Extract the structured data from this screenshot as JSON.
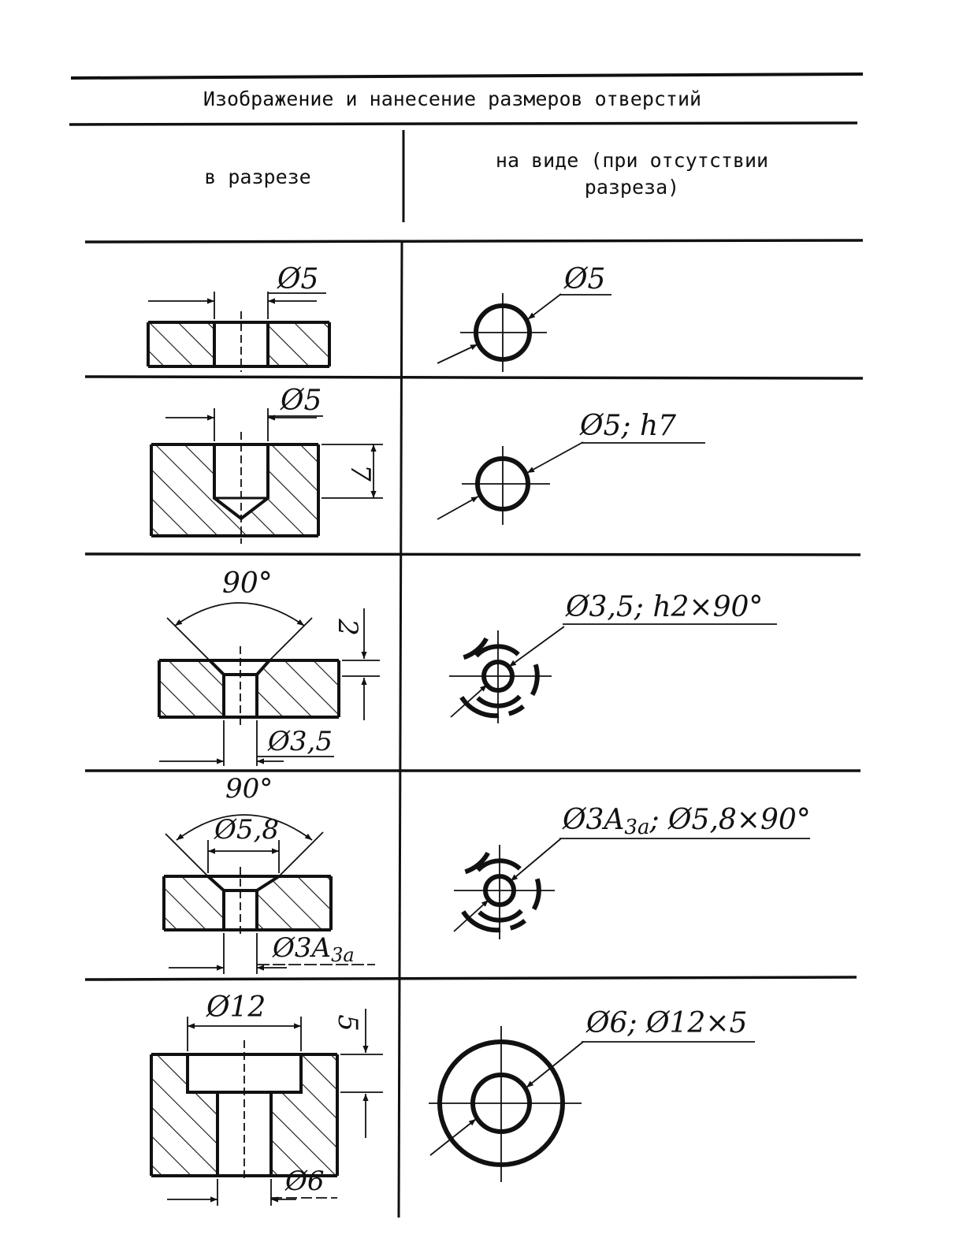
{
  "table": {
    "title": "Изображение и нанесение размеров отверстий",
    "col_section": "в разрезе",
    "col_view_line1": "на виде (при отсутствии",
    "col_view_line2": "разреза)"
  },
  "rows": [
    {
      "section_dims": [
        "Ø5"
      ],
      "view_label": "Ø5"
    },
    {
      "section_dims": [
        "Ø5",
        "7"
      ],
      "view_label": "Ø5; h7"
    },
    {
      "section_dims": [
        "90°",
        "2",
        "Ø3,5"
      ],
      "view_label": "Ø3,5; h2×90°"
    },
    {
      "section_dims": [
        "90°",
        "Ø5,8",
        "Ø3A",
        "3a"
      ],
      "view_label_main": "Ø3A",
      "view_label_sub": "3a",
      "view_label_tail": "; Ø5,8×90°"
    },
    {
      "section_dims": [
        "Ø12",
        "5",
        "Ø6"
      ],
      "view_label": "Ø6; Ø12×5"
    }
  ],
  "colors": {
    "ink": "#111111",
    "paper": "#ffffff"
  }
}
